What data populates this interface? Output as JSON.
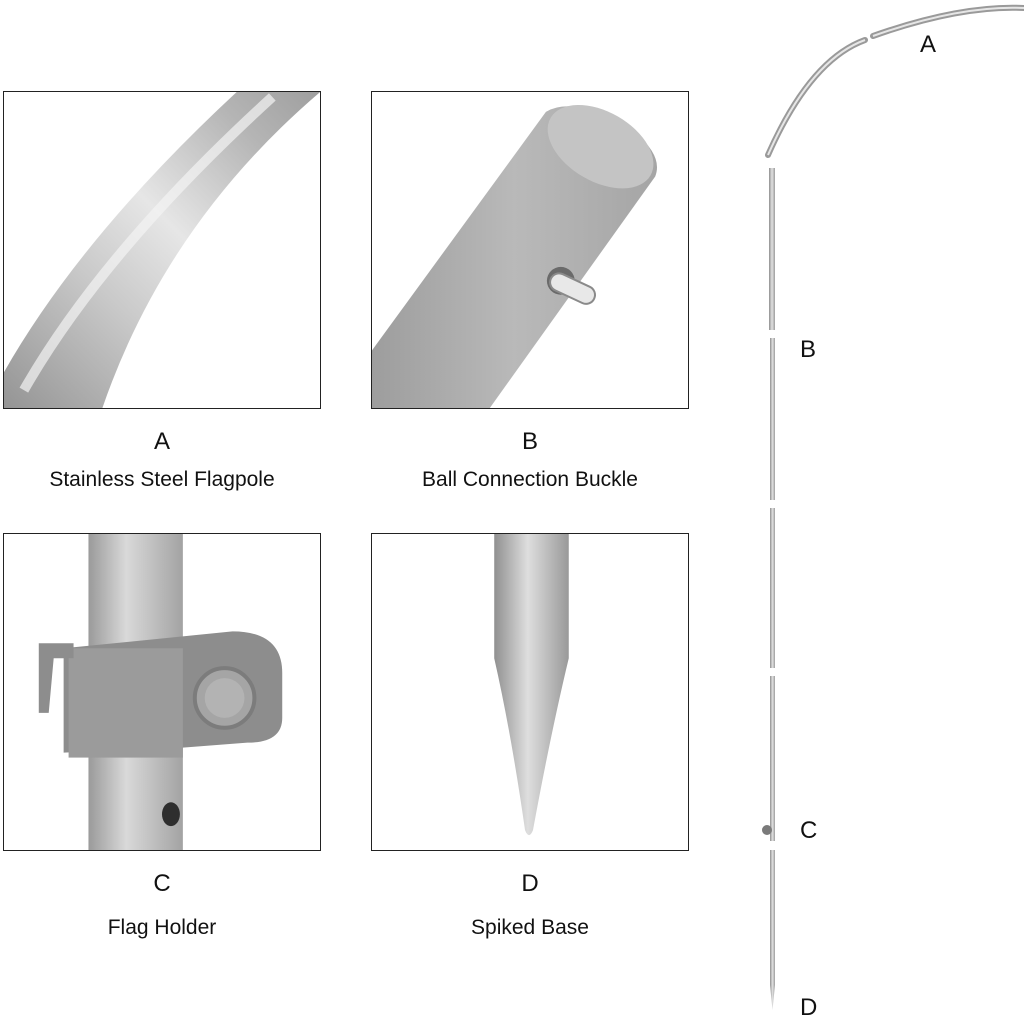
{
  "panels": [
    {
      "letter": "A",
      "caption": "Stainless Steel Flagpole",
      "icon": "curved-pole-closeup"
    },
    {
      "letter": "B",
      "caption": "Ball Connection Buckle",
      "icon": "pole-end-with-pin"
    },
    {
      "letter": "C",
      "caption": "Flag Holder",
      "icon": "clamp-on-pole"
    },
    {
      "letter": "D",
      "caption": "Spiked Base",
      "icon": "spike-tip"
    }
  ],
  "overview_labels": [
    "A",
    "B",
    "C",
    "D"
  ],
  "colors": {
    "metal_light": "#dcdcdc",
    "metal_mid": "#a9a9a9",
    "metal_dark": "#8a8a8a",
    "border": "#222222",
    "text": "#111111"
  }
}
